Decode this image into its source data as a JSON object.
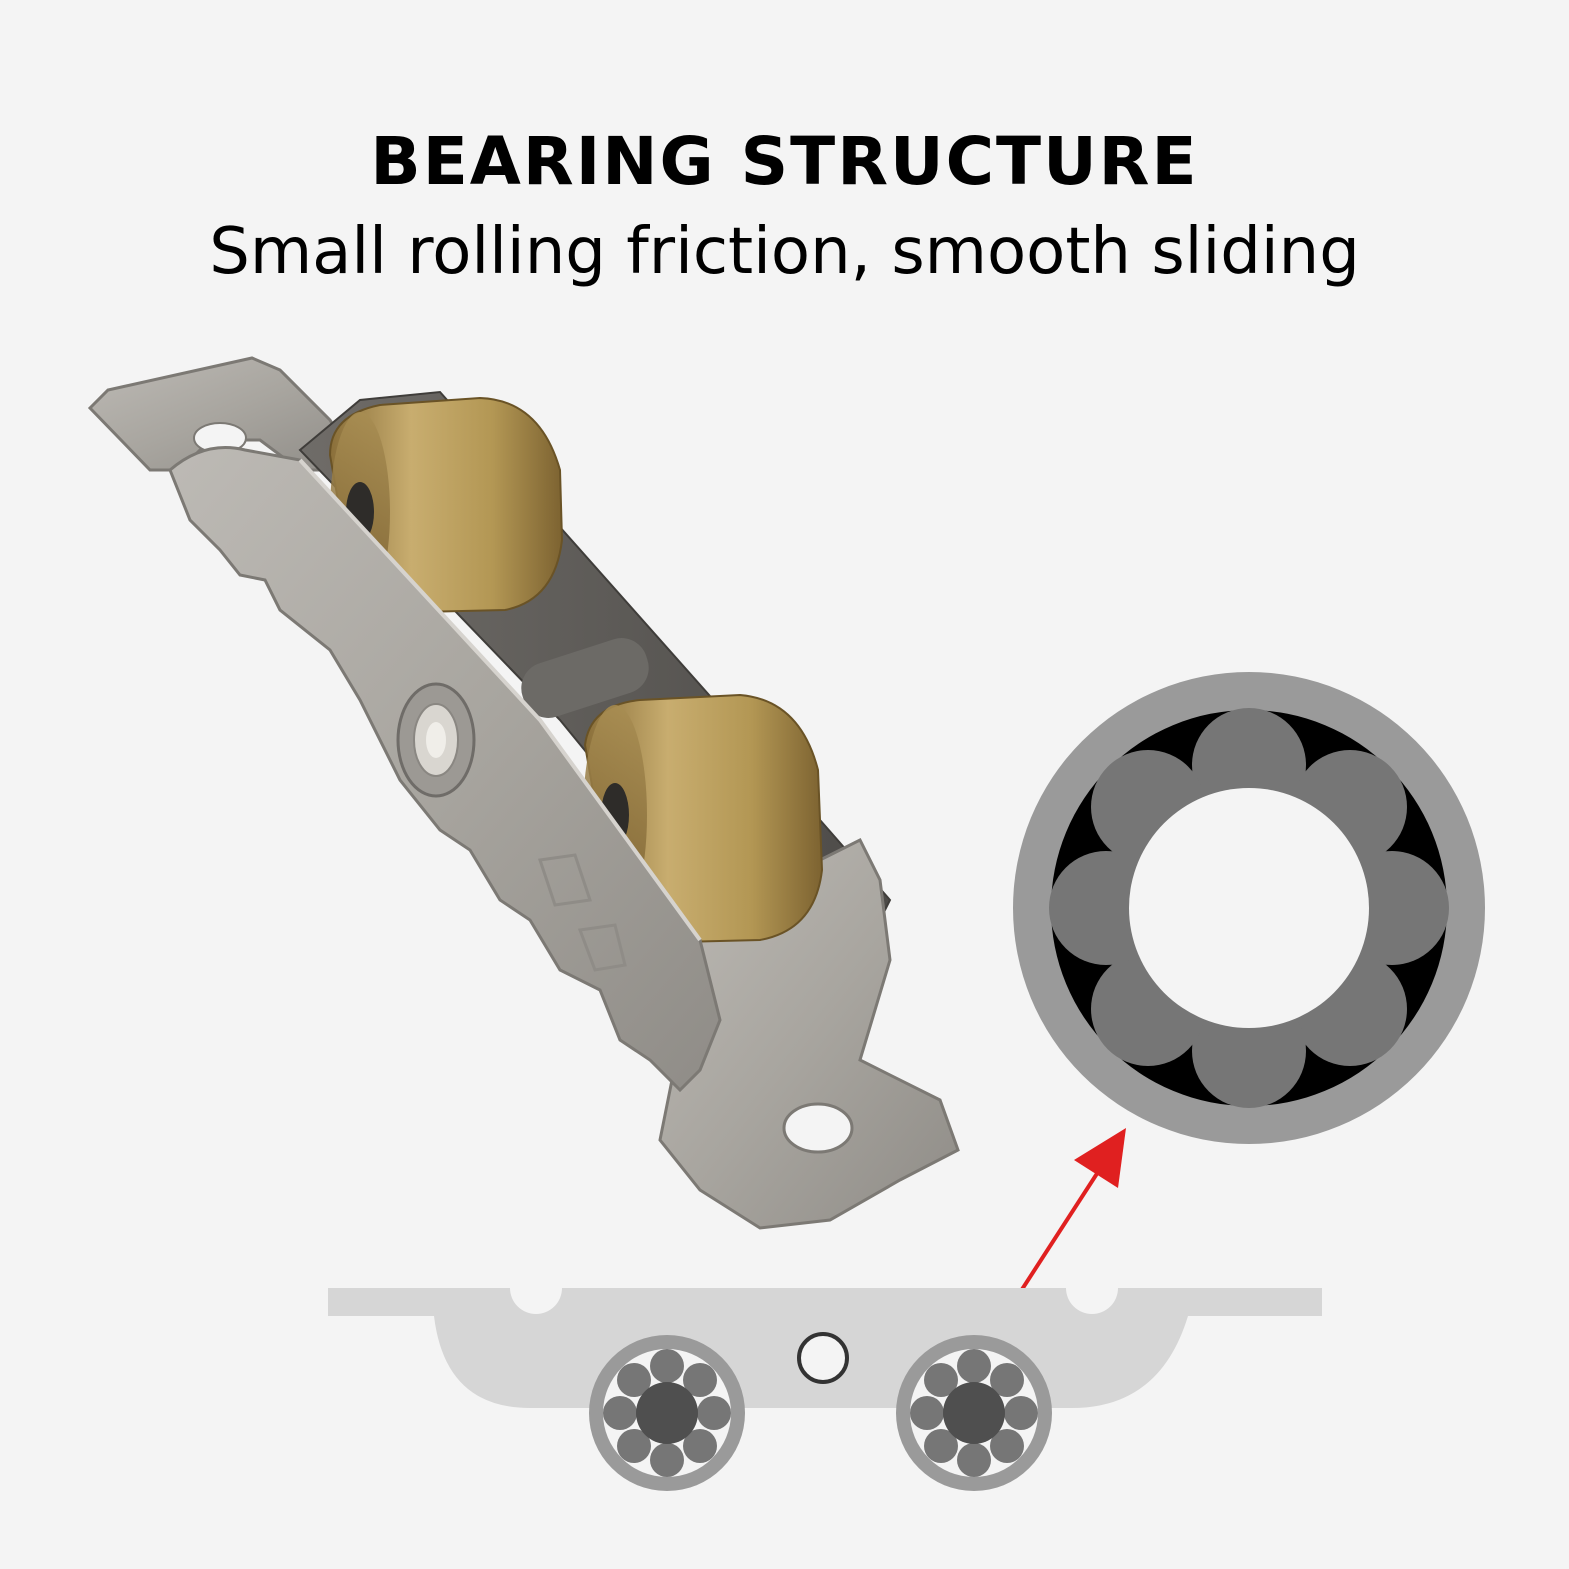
{
  "header": {
    "title": "BEARING STRUCTURE",
    "subtitle": "Small rolling friction, smooth sliding"
  },
  "illustration": {
    "product_icon": "door-roller-pulley",
    "bearing_icon": "ball-bearing-cross-section",
    "rail_icon": "roller-rail-diagram",
    "callout_icon": "arrow-icon",
    "bearing_ball_count": 8,
    "colors": {
      "background": "#f4f4f4",
      "steel": "#a9a6a1",
      "brass": "#b59a5e",
      "bearing_outer": "#9a9a9a",
      "bearing_ball": "#767676",
      "bearing_gap": "#000000",
      "bearing_inner": "#f4f4f4",
      "rail": "#d6d6d6",
      "arrow": "#e02020"
    }
  }
}
